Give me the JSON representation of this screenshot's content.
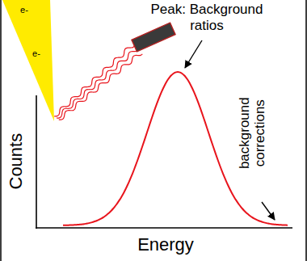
{
  "diagram": {
    "labels": [
      "e-",
      "e-",
      "Peak: Background ratios",
      "Counts",
      "Energy",
      "background corrections"
    ]
  }
}
